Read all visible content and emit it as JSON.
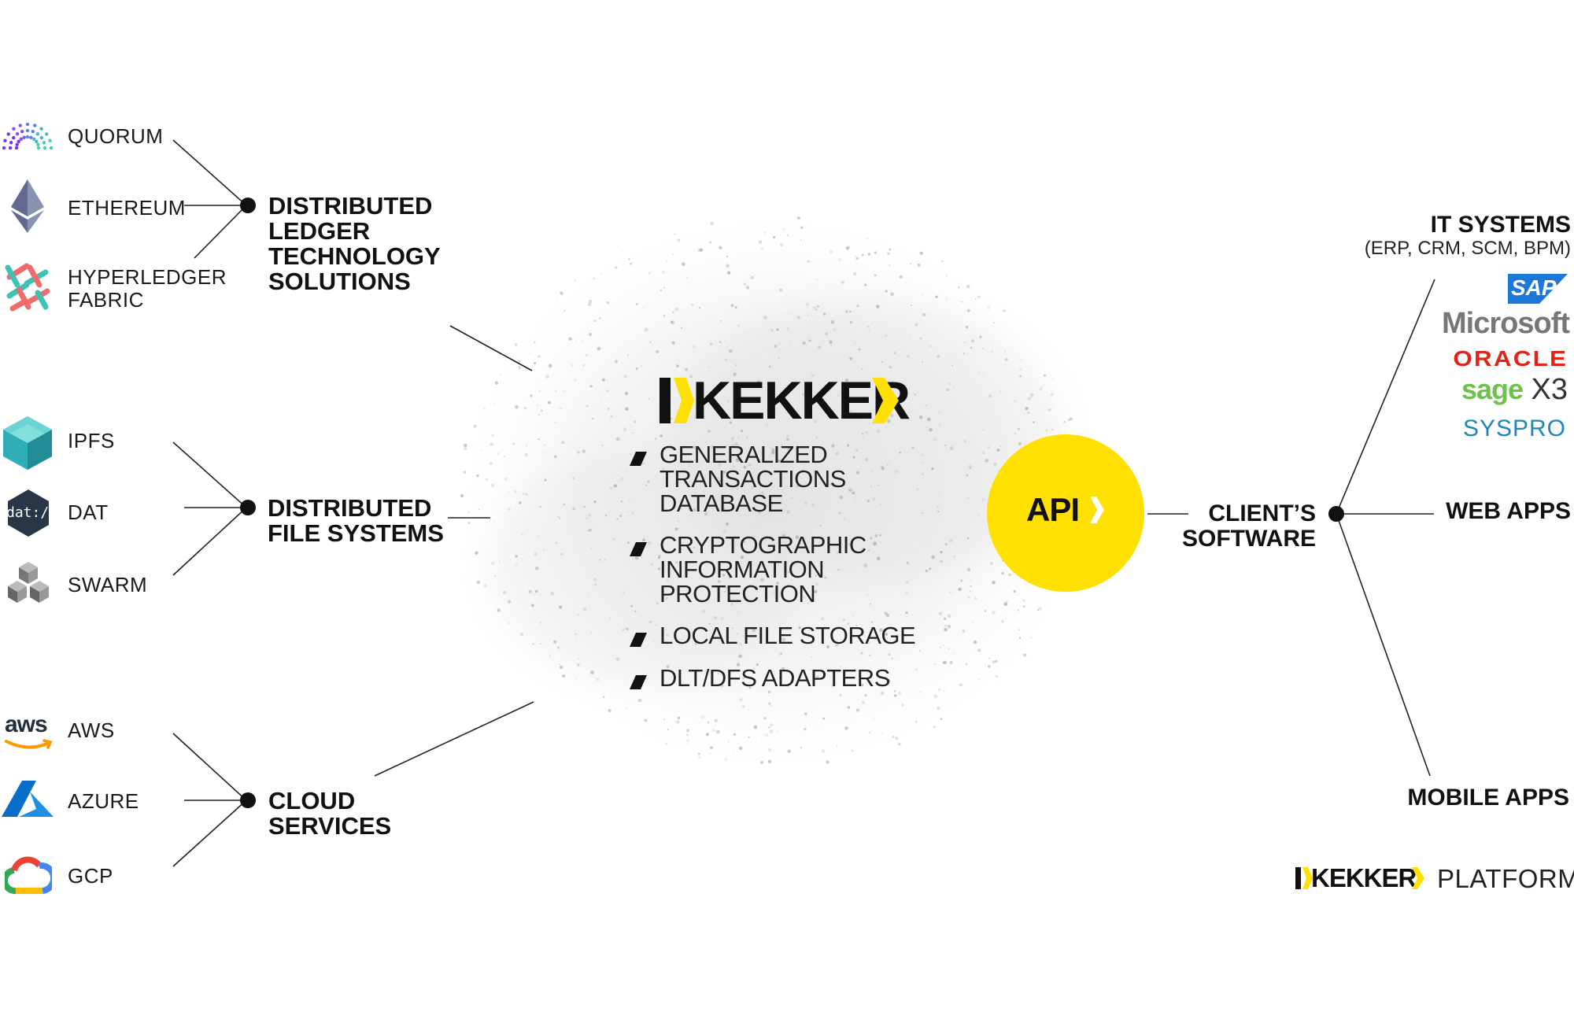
{
  "left_groups": [
    {
      "title_lines": [
        "DISTRIBUTED",
        "LEDGER",
        "TECHNOLOGY",
        "SOLUTIONS"
      ],
      "items": [
        {
          "label": "QUORUM",
          "icon": "quorum-logo-icon"
        },
        {
          "label": "ETHEREUM",
          "icon": "ethereum-logo-icon"
        },
        {
          "label_lines": [
            "HYPERLEDGER",
            "FABRIC"
          ],
          "icon": "hyperledger-fabric-logo-icon"
        }
      ]
    },
    {
      "title_lines": [
        "DISTRIBUTED",
        "FILE SYSTEMS"
      ],
      "items": [
        {
          "label": "IPFS",
          "icon": "ipfs-logo-icon"
        },
        {
          "label": "DAT",
          "icon": "dat-logo-icon",
          "icon_text": "dat://"
        },
        {
          "label": "SWARM",
          "icon": "swarm-logo-icon"
        }
      ]
    },
    {
      "title_lines": [
        "CLOUD",
        "SERVICES"
      ],
      "items": [
        {
          "label": "AWS",
          "icon": "aws-logo-icon",
          "icon_text": "aws"
        },
        {
          "label": "AZURE",
          "icon": "azure-logo-icon"
        },
        {
          "label": "GCP",
          "icon": "gcp-logo-icon"
        }
      ]
    }
  ],
  "center": {
    "logo_text": "KEKKER",
    "features": [
      {
        "lines": [
          "GENERALIZED",
          "TRANSACTIONS",
          "DATABASE"
        ]
      },
      {
        "lines": [
          "CRYPTOGRAPHIC",
          "INFORMATION",
          "PROTECTION"
        ]
      },
      {
        "lines": [
          "LOCAL FILE STORAGE"
        ]
      },
      {
        "lines": [
          "DLT/DFS ADAPTERS"
        ]
      }
    ]
  },
  "api": {
    "label": "API"
  },
  "client": {
    "title_lines": [
      "CLIENT’S",
      "SOFTWARE"
    ]
  },
  "right": {
    "it_systems": {
      "title": "IT SYSTEMS",
      "subtitle": "(ERP, CRM, SCM, BPM)",
      "vendors": [
        {
          "name": "SAP",
          "icon": "sap-logo-icon"
        },
        {
          "name": "Microsoft",
          "icon": "microsoft-logo-icon"
        },
        {
          "name": "ORACLE",
          "icon": "oracle-logo-icon"
        },
        {
          "name": "sage",
          "suffix": "X3",
          "icon": "sage-x3-logo-icon"
        },
        {
          "name": "SYSPRO",
          "icon": "syspro-logo-icon"
        }
      ]
    },
    "web_apps": "WEB APPS",
    "mobile_apps": "MOBILE APPS"
  },
  "footer": {
    "logo_text": "KEKKER",
    "platform": "PLATFORM"
  },
  "colors": {
    "yellow": "#FFE000",
    "black": "#111111",
    "oracle_red": "#E2231A",
    "sap_blue": "#1D77D9",
    "sage_green": "#6CC24A",
    "syspro_blue": "#1E86B8",
    "microsoft_gray": "#777777",
    "ipfs_teal": "#2FAFB5",
    "azure_blue": "#0A6DC7"
  }
}
